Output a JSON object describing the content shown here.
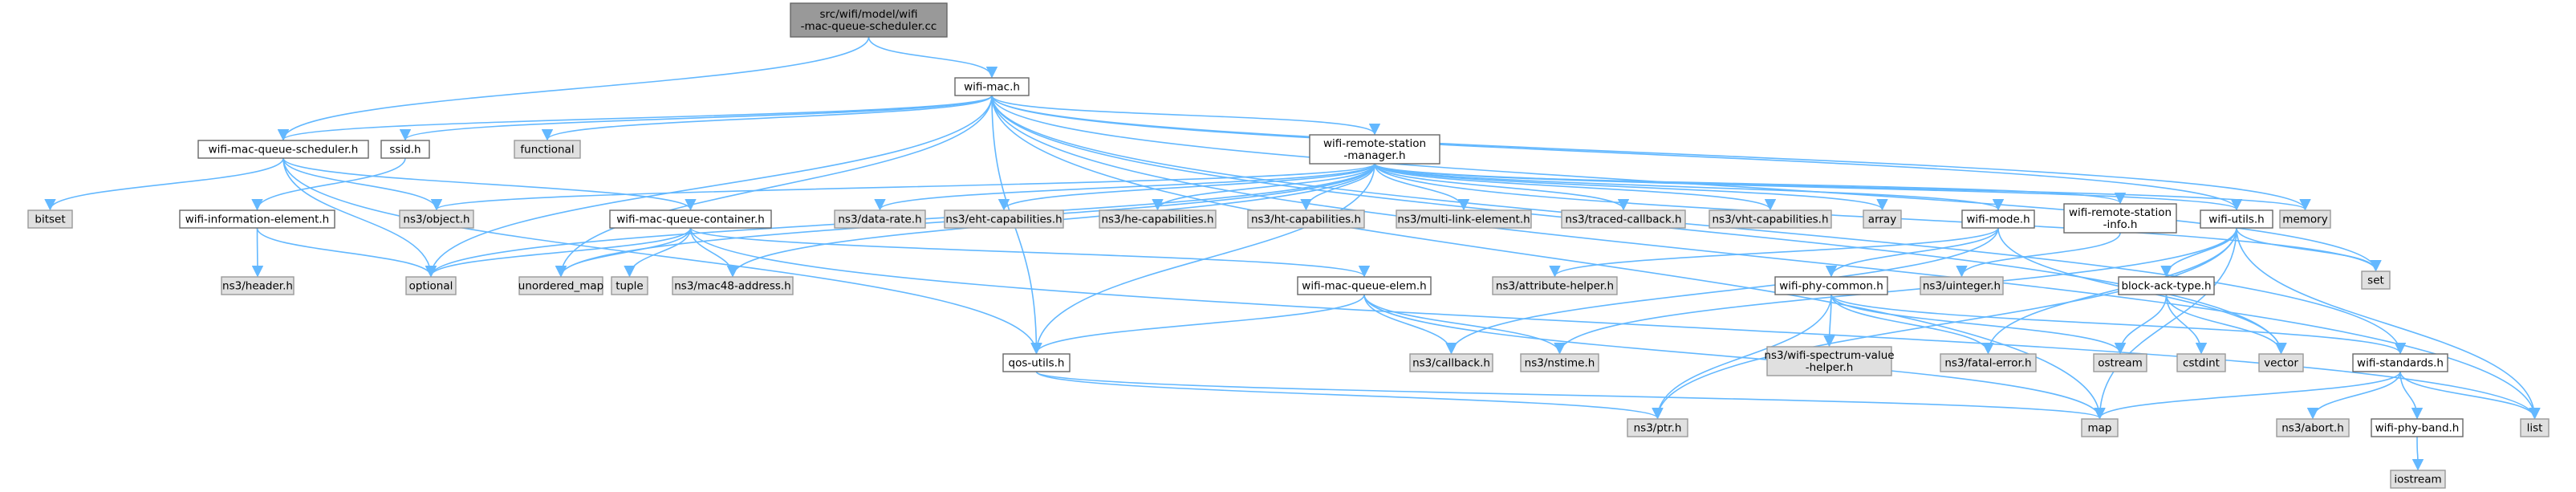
{
  "diagram": {
    "nodes": [
      {
        "id": "root",
        "lines": [
          "src/wifi/model/wifi",
          "-mac-queue-scheduler.cc"
        ],
        "kind": "root"
      },
      {
        "id": "wifi_mac_h",
        "lines": [
          "wifi-mac.h"
        ],
        "kind": "local"
      },
      {
        "id": "wifi_mac_queue_scheduler_h",
        "lines": [
          "wifi-mac-queue-scheduler.h"
        ],
        "kind": "local"
      },
      {
        "id": "ssid_h",
        "lines": [
          "ssid.h"
        ],
        "kind": "local"
      },
      {
        "id": "functional",
        "lines": [
          "functional"
        ],
        "kind": "system"
      },
      {
        "id": "wifi_remote_station_manager_h",
        "lines": [
          "wifi-remote-station",
          "-manager.h"
        ],
        "kind": "local"
      },
      {
        "id": "bitset",
        "lines": [
          "bitset"
        ],
        "kind": "system"
      },
      {
        "id": "wifi_information_element_h",
        "lines": [
          "wifi-information-element.h"
        ],
        "kind": "local"
      },
      {
        "id": "ns3_object_h",
        "lines": [
          "ns3/object.h"
        ],
        "kind": "system"
      },
      {
        "id": "wifi_mac_queue_container_h",
        "lines": [
          "wifi-mac-queue-container.h"
        ],
        "kind": "local"
      },
      {
        "id": "ns3_data_rate_h",
        "lines": [
          "ns3/data-rate.h"
        ],
        "kind": "system"
      },
      {
        "id": "ns3_eht_capabilities_h",
        "lines": [
          "ns3/eht-capabilities.h"
        ],
        "kind": "system"
      },
      {
        "id": "ns3_he_capabilities_h",
        "lines": [
          "ns3/he-capabilities.h"
        ],
        "kind": "system"
      },
      {
        "id": "ns3_ht_capabilities_h",
        "lines": [
          "ns3/ht-capabilities.h"
        ],
        "kind": "system"
      },
      {
        "id": "ns3_multi_link_element_h",
        "lines": [
          "ns3/multi-link-element.h"
        ],
        "kind": "system"
      },
      {
        "id": "ns3_traced_callback_h",
        "lines": [
          "ns3/traced-callback.h"
        ],
        "kind": "system"
      },
      {
        "id": "ns3_vht_capabilities_h",
        "lines": [
          "ns3/vht-capabilities.h"
        ],
        "kind": "system"
      },
      {
        "id": "array",
        "lines": [
          "array"
        ],
        "kind": "system"
      },
      {
        "id": "wifi_mode_h",
        "lines": [
          "wifi-mode.h"
        ],
        "kind": "local"
      },
      {
        "id": "wifi_remote_station_info_h",
        "lines": [
          "wifi-remote-station",
          "-info.h"
        ],
        "kind": "local"
      },
      {
        "id": "wifi_utils_h",
        "lines": [
          "wifi-utils.h"
        ],
        "kind": "local"
      },
      {
        "id": "memory",
        "lines": [
          "memory"
        ],
        "kind": "system"
      },
      {
        "id": "set",
        "lines": [
          "set"
        ],
        "kind": "system"
      },
      {
        "id": "ns3_header_h",
        "lines": [
          "ns3/header.h"
        ],
        "kind": "system"
      },
      {
        "id": "optional",
        "lines": [
          "optional"
        ],
        "kind": "system"
      },
      {
        "id": "unordered_map",
        "lines": [
          "unordered_map"
        ],
        "kind": "system"
      },
      {
        "id": "tuple",
        "lines": [
          "tuple"
        ],
        "kind": "system"
      },
      {
        "id": "ns3_mac48_address_h",
        "lines": [
          "ns3/mac48-address.h"
        ],
        "kind": "system"
      },
      {
        "id": "wifi_mac_queue_elem_h",
        "lines": [
          "wifi-mac-queue-elem.h"
        ],
        "kind": "local"
      },
      {
        "id": "ns3_attribute_helper_h",
        "lines": [
          "ns3/attribute-helper.h"
        ],
        "kind": "system"
      },
      {
        "id": "ns3_uinteger_h",
        "lines": [
          "ns3/uinteger.h"
        ],
        "kind": "system"
      },
      {
        "id": "block_ack_type_h",
        "lines": [
          "block-ack-type.h"
        ],
        "kind": "local"
      },
      {
        "id": "wifi_phy_common_h",
        "lines": [
          "wifi-phy-common.h"
        ],
        "kind": "local"
      },
      {
        "id": "ns3_callback_h",
        "lines": [
          "ns3/callback.h"
        ],
        "kind": "system"
      },
      {
        "id": "ns3_nstime_h",
        "lines": [
          "ns3/nstime.h"
        ],
        "kind": "system"
      },
      {
        "id": "qos_utils_h",
        "lines": [
          "qos-utils.h"
        ],
        "kind": "local"
      },
      {
        "id": "ns3_wifi_spectrum_value_helper_h",
        "lines": [
          "ns3/wifi-spectrum-value",
          "-helper.h"
        ],
        "kind": "system"
      },
      {
        "id": "ns3_fatal_error_h",
        "lines": [
          "ns3/fatal-error.h"
        ],
        "kind": "system"
      },
      {
        "id": "ostream",
        "lines": [
          "ostream"
        ],
        "kind": "system"
      },
      {
        "id": "cstdint",
        "lines": [
          "cstdint"
        ],
        "kind": "system"
      },
      {
        "id": "vector",
        "lines": [
          "vector"
        ],
        "kind": "system"
      },
      {
        "id": "wifi_standards_h",
        "lines": [
          "wifi-standards.h"
        ],
        "kind": "local"
      },
      {
        "id": "ns3_ptr_h",
        "lines": [
          "ns3/ptr.h"
        ],
        "kind": "system"
      },
      {
        "id": "map",
        "lines": [
          "map"
        ],
        "kind": "system"
      },
      {
        "id": "ns3_abort_h",
        "lines": [
          "ns3/abort.h"
        ],
        "kind": "system"
      },
      {
        "id": "wifi_phy_band_h",
        "lines": [
          "wifi-phy-band.h"
        ],
        "kind": "local"
      },
      {
        "id": "list",
        "lines": [
          "list"
        ],
        "kind": "system"
      },
      {
        "id": "iostream",
        "lines": [
          "iostream"
        ],
        "kind": "system"
      }
    ],
    "edges": [
      [
        "root",
        "wifi_mac_h"
      ],
      [
        "root",
        "wifi_mac_queue_scheduler_h"
      ],
      [
        "wifi_mac_h",
        "wifi_mac_queue_scheduler_h"
      ],
      [
        "wifi_mac_h",
        "ssid_h"
      ],
      [
        "wifi_mac_h",
        "functional"
      ],
      [
        "wifi_mac_h",
        "wifi_remote_station_manager_h"
      ],
      [
        "wifi_mac_h",
        "optional"
      ],
      [
        "wifi_mac_h",
        "unordered_map"
      ],
      [
        "wifi_mac_h",
        "qos_utils_h"
      ],
      [
        "wifi_mac_h",
        "memory"
      ],
      [
        "wifi_mac_h",
        "set"
      ],
      [
        "wifi_mac_h",
        "vector"
      ],
      [
        "wifi_mac_h",
        "map"
      ],
      [
        "wifi_mac_h",
        "list"
      ],
      [
        "wifi_mac_h",
        "wifi_standards_h"
      ],
      [
        "wifi_mac_h",
        "wifi_utils_h"
      ],
      [
        "wifi_mac_queue_scheduler_h",
        "bitset"
      ],
      [
        "wifi_mac_queue_scheduler_h",
        "ns3_object_h"
      ],
      [
        "wifi_mac_queue_scheduler_h",
        "wifi_mac_queue_container_h"
      ],
      [
        "wifi_mac_queue_scheduler_h",
        "optional"
      ],
      [
        "wifi_mac_queue_scheduler_h",
        "qos_utils_h"
      ],
      [
        "ssid_h",
        "wifi_information_element_h"
      ],
      [
        "wifi_information_element_h",
        "ns3_header_h"
      ],
      [
        "wifi_information_element_h",
        "optional"
      ],
      [
        "wifi_remote_station_manager_h",
        "ns3_object_h"
      ],
      [
        "wifi_remote_station_manager_h",
        "ns3_data_rate_h"
      ],
      [
        "wifi_remote_station_manager_h",
        "ns3_eht_capabilities_h"
      ],
      [
        "wifi_remote_station_manager_h",
        "ns3_he_capabilities_h"
      ],
      [
        "wifi_remote_station_manager_h",
        "ns3_ht_capabilities_h"
      ],
      [
        "wifi_remote_station_manager_h",
        "ns3_multi_link_element_h"
      ],
      [
        "wifi_remote_station_manager_h",
        "ns3_traced_callback_h"
      ],
      [
        "wifi_remote_station_manager_h",
        "ns3_vht_capabilities_h"
      ],
      [
        "wifi_remote_station_manager_h",
        "array"
      ],
      [
        "wifi_remote_station_manager_h",
        "wifi_mode_h"
      ],
      [
        "wifi_remote_station_manager_h",
        "wifi_remote_station_info_h"
      ],
      [
        "wifi_remote_station_manager_h",
        "wifi_utils_h"
      ],
      [
        "wifi_remote_station_manager_h",
        "memory"
      ],
      [
        "wifi_remote_station_manager_h",
        "set"
      ],
      [
        "wifi_remote_station_manager_h",
        "optional"
      ],
      [
        "wifi_remote_station_manager_h",
        "unordered_map"
      ],
      [
        "wifi_remote_station_manager_h",
        "qos_utils_h"
      ],
      [
        "wifi_remote_station_manager_h",
        "ns3_mac48_address_h"
      ],
      [
        "wifi_mac_queue_container_h",
        "optional"
      ],
      [
        "wifi_mac_queue_container_h",
        "unordered_map"
      ],
      [
        "wifi_mac_queue_container_h",
        "tuple"
      ],
      [
        "wifi_mac_queue_container_h",
        "ns3_mac48_address_h"
      ],
      [
        "wifi_mac_queue_container_h",
        "wifi_mac_queue_elem_h"
      ],
      [
        "wifi_mac_queue_container_h",
        "list"
      ],
      [
        "wifi_mac_queue_elem_h",
        "ns3_callback_h"
      ],
      [
        "wifi_mac_queue_elem_h",
        "ns3_nstime_h"
      ],
      [
        "wifi_mac_queue_elem_h",
        "qos_utils_h"
      ],
      [
        "wifi_mac_queue_elem_h",
        "map"
      ],
      [
        "wifi_mode_h",
        "ns3_attribute_helper_h"
      ],
      [
        "wifi_mode_h",
        "wifi_phy_common_h"
      ],
      [
        "wifi_mode_h",
        "vector"
      ],
      [
        "wifi_mode_h",
        "ns3_callback_h"
      ],
      [
        "wifi_remote_station_info_h",
        "ns3_uinteger_h"
      ],
      [
        "wifi_utils_h",
        "block_ack_type_h"
      ],
      [
        "wifi_utils_h",
        "ns3_fatal_error_h"
      ],
      [
        "wifi_utils_h",
        "map"
      ],
      [
        "wifi_utils_h",
        "set"
      ],
      [
        "wifi_utils_h",
        "list"
      ],
      [
        "wifi_utils_h",
        "ns3_nstime_h"
      ],
      [
        "wifi_utils_h",
        "ns3_ptr_h"
      ],
      [
        "wifi_phy_common_h",
        "ns3_wifi_spectrum_value_helper_h"
      ],
      [
        "wifi_phy_common_h",
        "ns3_fatal_error_h"
      ],
      [
        "wifi_phy_common_h",
        "ostream"
      ],
      [
        "wifi_phy_common_h",
        "ns3_ptr_h"
      ],
      [
        "wifi_phy_common_h",
        "wifi_standards_h"
      ],
      [
        "block_ack_type_h",
        "ostream"
      ],
      [
        "block_ack_type_h",
        "cstdint"
      ],
      [
        "block_ack_type_h",
        "vector"
      ],
      [
        "qos_utils_h",
        "ns3_ptr_h"
      ],
      [
        "qos_utils_h",
        "map"
      ],
      [
        "wifi_standards_h",
        "map"
      ],
      [
        "wifi_standards_h",
        "list"
      ],
      [
        "wifi_standards_h",
        "ns3_abort_h"
      ],
      [
        "wifi_standards_h",
        "wifi_phy_band_h"
      ],
      [
        "wifi_phy_band_h",
        "iostream"
      ]
    ]
  },
  "colors": {
    "edge": "#63b8ff",
    "local_fill": "#ffffff",
    "system_fill": "#e0e0e0",
    "root_fill": "#999999",
    "border": "#666666"
  }
}
